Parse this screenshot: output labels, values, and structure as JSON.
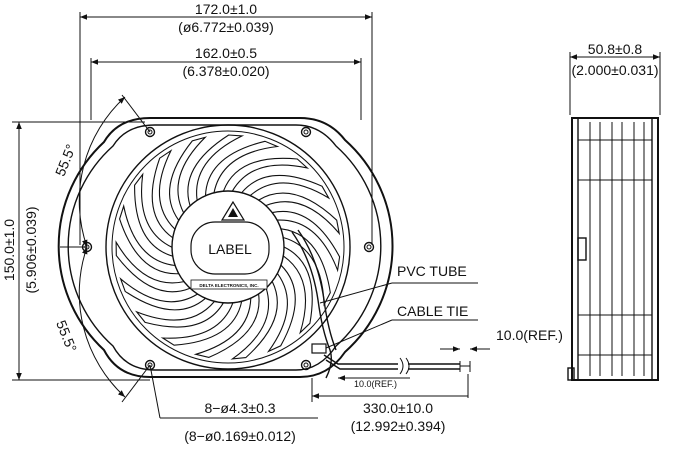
{
  "dimensions": {
    "outer_diameter": "172.0±1.0",
    "outer_diameter_in": "(ø6.772±0.039)",
    "inner_width": "162.0±0.5",
    "inner_width_in": "(6.378±0.020)",
    "height": "150.0±1.0",
    "height_in": "(5.906±0.039)",
    "angle_top": "55.5°",
    "angle_bottom": "55.5°",
    "holes": "8−ø4.3±0.3",
    "holes_in": "(8−ø0.169±0.012)",
    "depth": "50.8±0.8",
    "depth_in": "(2.000±0.031)",
    "lead_length": "330.0±10.0",
    "lead_length_in": "(12.992±0.394)",
    "strip_ref": "10.0(REF.)",
    "strip_ref_small": "10.0(REF.)"
  },
  "callouts": {
    "pvc_tube": "PVC TUBE",
    "cable_tie": "CABLE TIE"
  },
  "fan": {
    "label": "LABEL",
    "brand": "DELTA ELECTRONICS, INC."
  }
}
